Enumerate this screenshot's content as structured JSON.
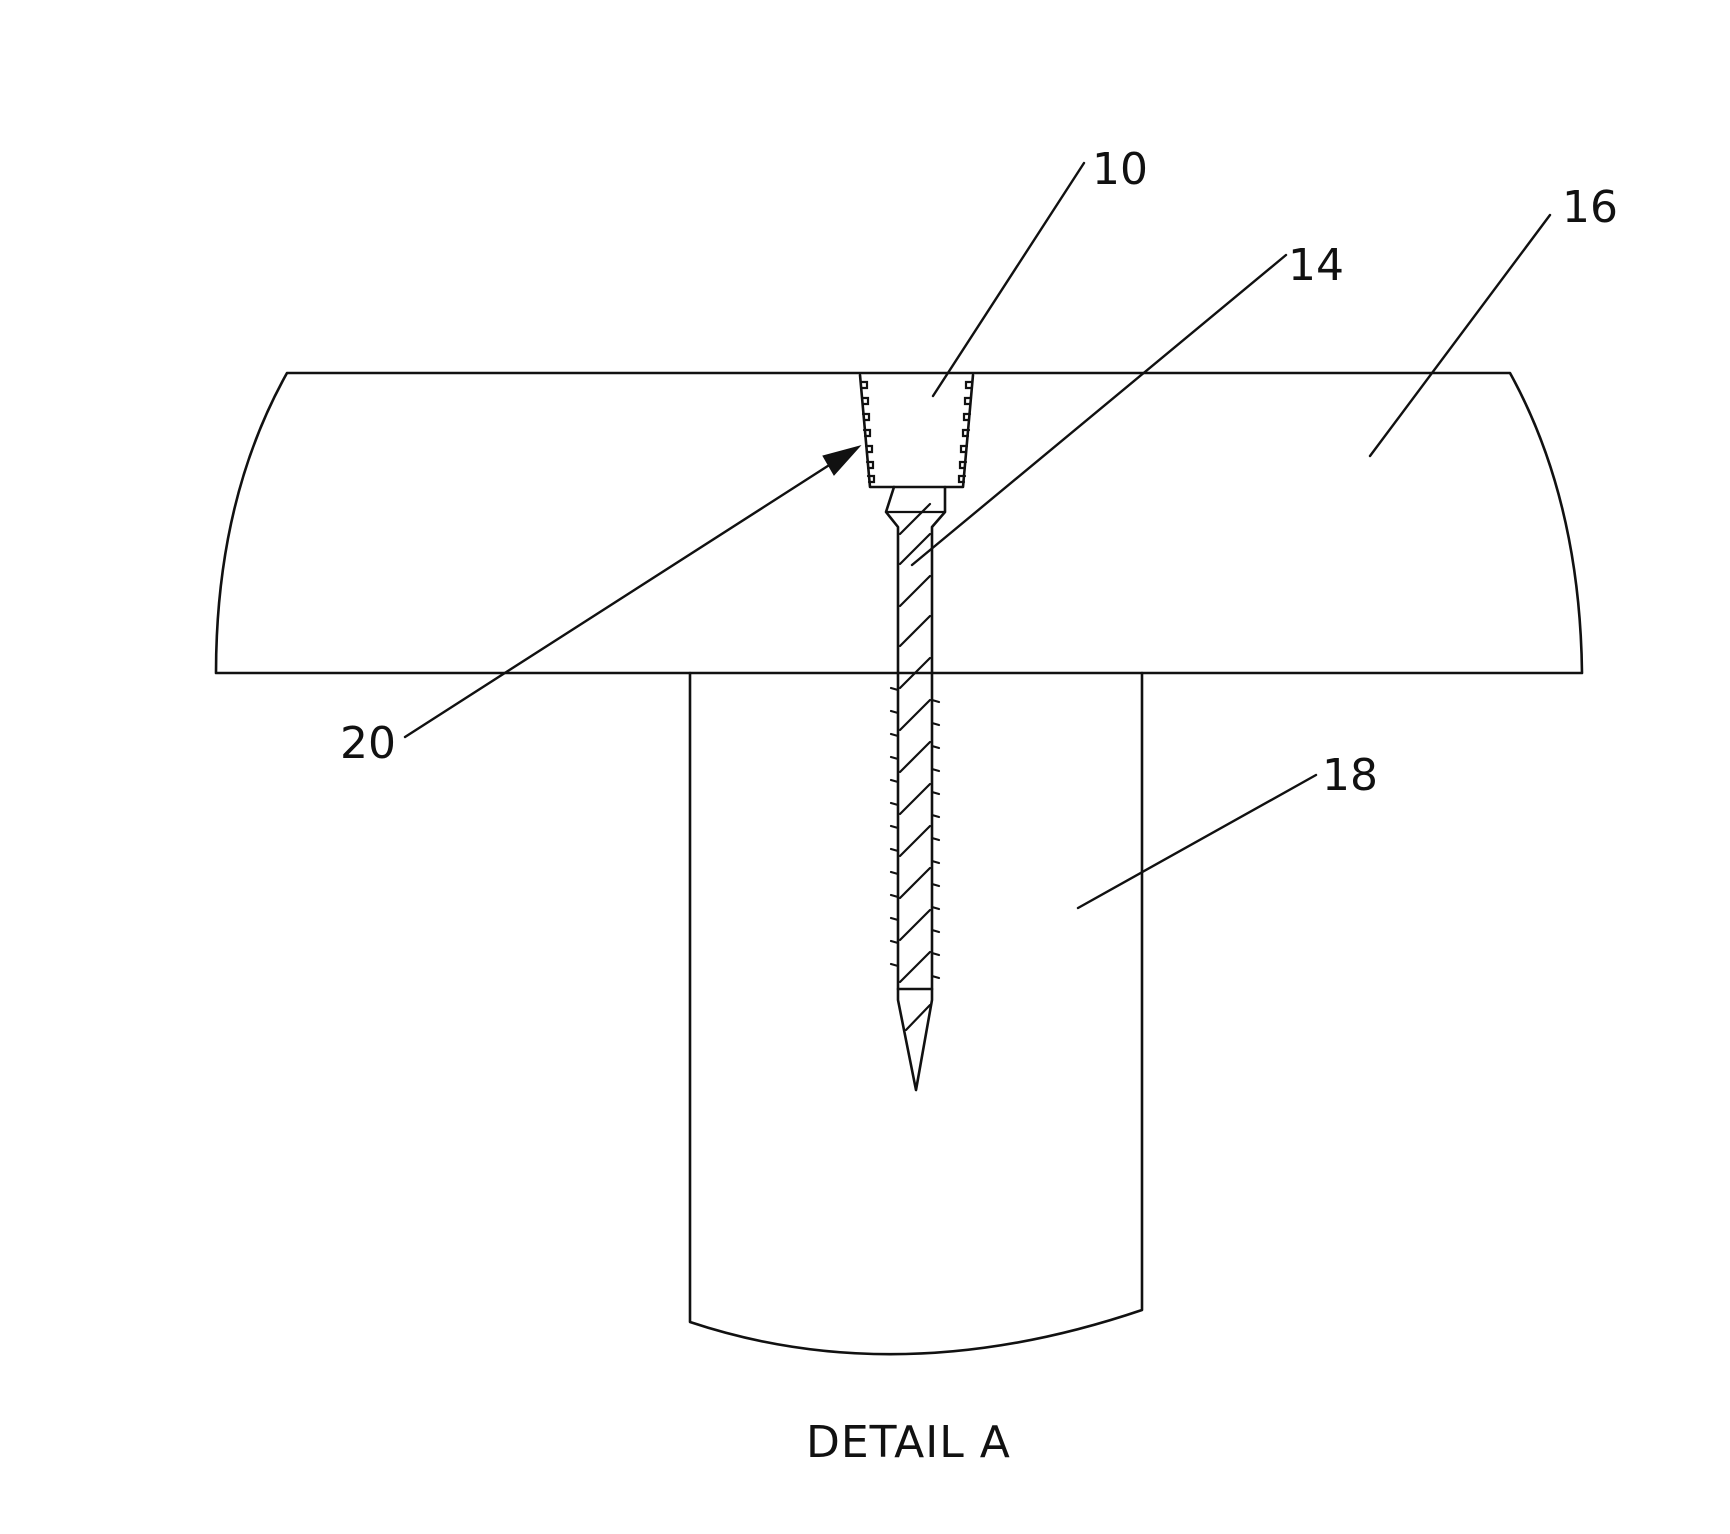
{
  "figure": {
    "caption": "DETAIL A",
    "reference_numerals": {
      "anchor": "10",
      "screw": "14",
      "cap": "16",
      "post": "18",
      "bore_wall": "20"
    }
  }
}
